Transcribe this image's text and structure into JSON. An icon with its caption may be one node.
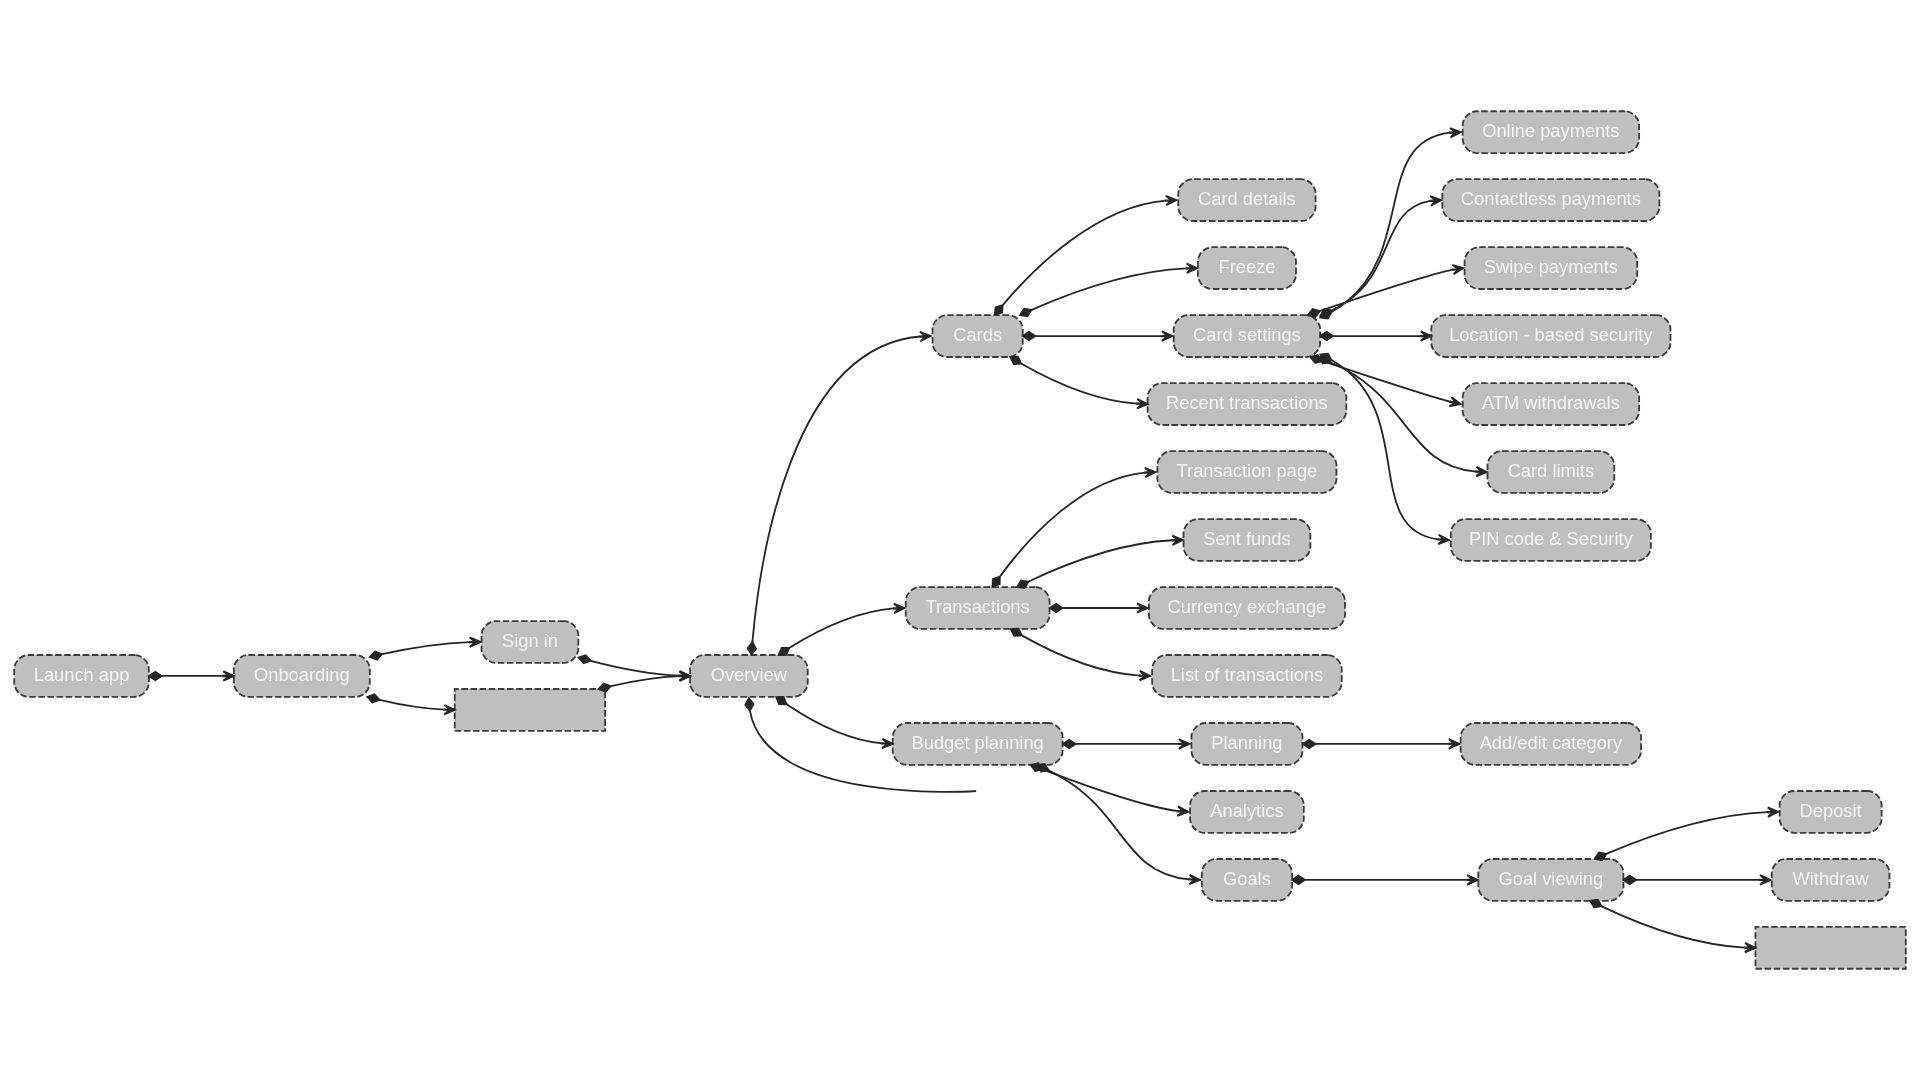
{
  "diagram": {
    "nodes": [
      {
        "text": [
          "Launch app"
        ]
      },
      {
        "text": [
          "Onboarding"
        ]
      },
      {
        "text": [
          "Sign in"
        ]
      },
      {
        "text": [],
        "shape": "box"
      },
      {
        "text": [
          "Overview"
        ]
      },
      {
        "text": [
          "Cards"
        ]
      },
      {
        "text": [
          "Card details"
        ]
      },
      {
        "text": [
          "Freeze"
        ]
      },
      {
        "text": [
          "Card settings"
        ]
      },
      {
        "text": [
          "Recent transactions"
        ]
      },
      {
        "text": [
          "Online payments"
        ]
      },
      {
        "text": [
          "Contactless payments"
        ]
      },
      {
        "text": [
          "Swipe payments"
        ]
      },
      {
        "text": [
          "Location - based security"
        ]
      },
      {
        "text": [
          "ATM withdrawals"
        ]
      },
      {
        "text": [
          "Card limits"
        ]
      },
      {
        "text": [
          "PIN code & Security"
        ]
      },
      {
        "text": [
          "Transactions"
        ]
      },
      {
        "text": [
          "Transaction page"
        ]
      },
      {
        "text": [
          "Sent funds"
        ]
      },
      {
        "text": [
          "Currency exchange"
        ]
      },
      {
        "text": [
          "List of transactions"
        ]
      },
      {
        "text": [
          "Budget planning"
        ]
      },
      {
        "text": [
          "Planning"
        ]
      },
      {
        "text": [
          "Add/edit category"
        ]
      },
      {
        "text": [
          "Analytics"
        ]
      },
      {
        "text": [
          "Goals"
        ]
      },
      {
        "text": [
          "Goal viewing"
        ]
      },
      {
        "text": [
          "Deposit"
        ]
      },
      {
        "text": [
          "Withdraw"
        ]
      },
      {
        "text": [],
        "shape": "box"
      }
    ],
    "edges": [
      {
        "from": 0,
        "to": 1,
        "arrow": "to"
      },
      {
        "from": 1,
        "to": 2,
        "arrow": "to"
      },
      {
        "from": 1,
        "to": 3,
        "arrow": "to"
      },
      {
        "from": 2,
        "to": 4,
        "arrow": "to"
      },
      {
        "from": 3,
        "to": 4,
        "arrow": "to"
      },
      {
        "from": 4,
        "to": 5,
        "arrow": "to"
      },
      {
        "from": 4,
        "to": 17,
        "arrow": "to"
      },
      {
        "from": 4,
        "to": 22,
        "arrow": "to"
      },
      {
        "from": 4,
        "to": null,
        "arrow": "other"
      },
      {
        "from": 5,
        "to": 6,
        "arrow": "to"
      },
      {
        "from": 5,
        "to": 7,
        "arrow": "to"
      },
      {
        "from": 5,
        "to": 8,
        "arrow": "to"
      },
      {
        "from": 5,
        "to": 9,
        "arrow": "to"
      },
      {
        "from": 8,
        "to": 10,
        "arrow": "to"
      },
      {
        "from": 8,
        "to": 11,
        "arrow": "to"
      },
      {
        "from": 8,
        "to": 12,
        "arrow": "to"
      },
      {
        "from": 8,
        "to": 13,
        "arrow": "to"
      },
      {
        "from": 8,
        "to": 14,
        "arrow": "to"
      },
      {
        "from": 8,
        "to": 15,
        "arrow": "to"
      },
      {
        "from": 8,
        "to": 16,
        "arrow": "to"
      },
      {
        "from": 17,
        "to": 18,
        "arrow": "to"
      },
      {
        "from": 17,
        "to": 19,
        "arrow": "to"
      },
      {
        "from": 17,
        "to": 20,
        "arrow": "to"
      },
      {
        "from": 17,
        "to": 21,
        "arrow": "to"
      },
      {
        "from": 22,
        "to": 23,
        "arrow": "to"
      },
      {
        "from": 22,
        "to": 25,
        "arrow": "to"
      },
      {
        "from": 22,
        "to": 26,
        "arrow": "to"
      },
      {
        "from": 23,
        "to": 24,
        "arrow": "to"
      },
      {
        "from": 26,
        "to": 27,
        "arrow": "to"
      },
      {
        "from": 27,
        "to": 28,
        "arrow": "to"
      },
      {
        "from": 27,
        "to": 29,
        "arrow": "to"
      },
      {
        "from": 27,
        "to": 30,
        "arrow": "to"
      }
    ]
  }
}
